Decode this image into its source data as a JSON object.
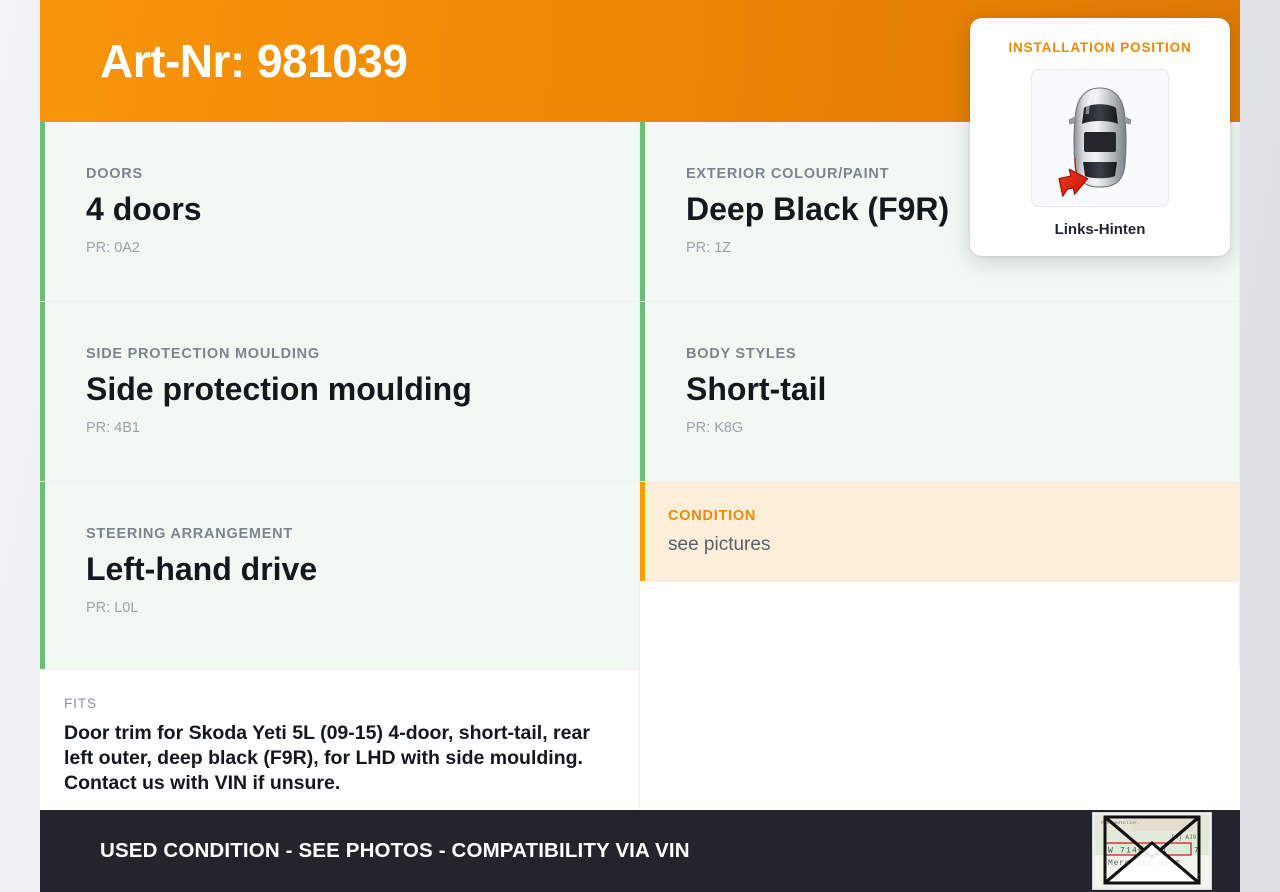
{
  "header": {
    "title": "Art-Nr: 981039",
    "accent_start": "#f7950a",
    "accent_end": "#dd7a04"
  },
  "install_card": {
    "title": "INSTALLATION POSITION",
    "image_name": "car-top-view-rear-left-arrow",
    "label": "Links-Hinten",
    "title_color": "#ef8806"
  },
  "specs": [
    {
      "label": "DOORS",
      "value": "4 doors",
      "code": "PR: 0A2",
      "accent": "#6bbf73",
      "background": "#f2f9f3"
    },
    {
      "label": "EXTERIOR COLOUR/PAINT",
      "value": "Deep Black (F9R)",
      "code": "PR: 1Z",
      "accent": "#6bbf73",
      "background": "#f2f9f3"
    },
    {
      "label": "SIDE PROTECTION MOULDING",
      "value": "Side protection moulding",
      "code": "PR: 4B1",
      "accent": "#6bbf73",
      "background": "#f2f9f3"
    },
    {
      "label": "BODY STYLES",
      "value": "Short-tail",
      "code": "PR: K8G",
      "accent": "#6bbf73",
      "background": "#f2f9f3"
    },
    {
      "label": "STEERING ARRANGEMENT",
      "value": "Left-hand drive",
      "code": "PR: L0L",
      "accent": "#6bbf73",
      "background": "#f2f9f3"
    },
    {
      "label": "CONDITION",
      "value": "see pictures",
      "code": "",
      "accent": "#f99d08",
      "background": "#fdeed9"
    }
  ],
  "fits": {
    "label": "FITS",
    "text": "Door trim for Skoda Yeti 5L (09-15) 4-door, short-tail, rear left outer, deep black (F9R), for LHD with side moulding. Contact us with VIN if unsure."
  },
  "footer": {
    "text": "USED CONDITION - SEE PHOTOS - COMPATIBILITY VIA VIN",
    "badge_name": "vin-envelope-icon",
    "badge_vin": "W 71463J31 7",
    "badge_brand": "Mercedes-Benz",
    "badge_caption": "Fahrgestellnr.",
    "background": "#22252b"
  }
}
